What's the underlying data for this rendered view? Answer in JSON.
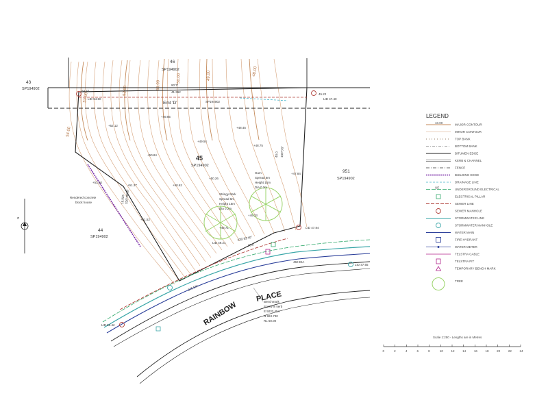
{
  "lots": {
    "lot43": {
      "number": "43",
      "plan": "SP194902"
    },
    "lot46": {
      "number": "46",
      "plan": "SP194902"
    },
    "lot45": {
      "number": "45",
      "plan": "SP194902"
    },
    "lot44": {
      "number": "44",
      "plan": "SP194902"
    },
    "lot951": {
      "number": "951",
      "plan": "SP194902"
    }
  },
  "easement": {
    "label": "Emt 'D'",
    "plan": "SP194902"
  },
  "bearings": {
    "top_bearing": "90°0'",
    "top_distance": "41.362",
    "right_bearing": "180°0'0\"",
    "right_distance": "40.0",
    "left_bearing": "326°40'30\"",
    "left_distance": "18.825",
    "front_bearing": "235°52'40\"",
    "front_distance": "10.5"
  },
  "boundary_levels": {
    "top_left": "LID 54.50",
    "top_left_corner": "54.42",
    "top_right": "LID 47.40",
    "top_right_corner": "45.22",
    "right_mid": "LID 47.84",
    "front_mid": "LID 49.21",
    "bottom_left": "LID 52.42",
    "bottom_right": "LID 47.65"
  },
  "contour_labels": [
    "54.00",
    "53.00",
    "52.00",
    "51.00",
    "50.00",
    "49.00",
    "48.00"
  ],
  "spot_heights": [
    "+50.84",
    "+49.54",
    "+48.71",
    "+49.23",
    "+50.62",
    "+51.52",
    "+47.84",
    "+52.12",
    "+48.45",
    "+53.50",
    "+50.26",
    "+48.75",
    "+51.37",
    "+49.85"
  ],
  "house_note": {
    "line1": "Rendered concrete",
    "line2": "block house"
  },
  "tree_notes": {
    "gum": {
      "line1": "Gum",
      "line2": "Spread 6m",
      "line3": "Height 15m",
      "line4": "Dia 0.2m"
    },
    "stringy": {
      "line1": "Stringy Bark",
      "line2": "Spread 6m",
      "line3": "Height 15m",
      "line4": "Dia 0.2m"
    }
  },
  "benchmark": {
    "line1": "Benchmark",
    "line2": "Screw in kerb",
    "line3": "E 5032.454",
    "line4": "N 963.730",
    "line5": "RL 50.00"
  },
  "road": {
    "word1": "RAINBOW",
    "word2": "PLACE"
  },
  "road_labels": {
    "wm": "450 DIA",
    "sw": "375 DIA"
  },
  "legend": {
    "title": "LEGEND",
    "items": [
      {
        "label": "MAJOR CONTOUR",
        "sample": "10.00"
      },
      {
        "label": "MINOR CONTOUR"
      },
      {
        "label": "TOP BANK"
      },
      {
        "label": "BOTTOM BANK"
      },
      {
        "label": "BITUMEN EDGE"
      },
      {
        "label": "KERB & CHANNEL"
      },
      {
        "label": "FENCE"
      },
      {
        "label": "BUILDING EDGE"
      },
      {
        "label": "DRAINAGE LINE"
      },
      {
        "label": "UNDERGROUND ELECTRICAL",
        "sample": "UE"
      },
      {
        "label": "ELECTRICAL PILLAR"
      },
      {
        "label": "SEWER LINE"
      },
      {
        "label": "SEWER MANHOLE"
      },
      {
        "label": "STORMWATER LINE"
      },
      {
        "label": "STORMWATER MANHOLE"
      },
      {
        "label": "WATER MAIN"
      },
      {
        "label": "FIRE HYDRANT"
      },
      {
        "label": "WATER METER"
      },
      {
        "label": "TELSTRA CABLE"
      },
      {
        "label": "TELSTRA PIT"
      },
      {
        "label": "TEMPORARY BENCH MARK"
      },
      {
        "label": "TREE"
      }
    ]
  },
  "scale": {
    "caption": "Scale 1:250 - Lengths are in Metres",
    "ticks": [
      "0",
      "2",
      "4",
      "6",
      "8",
      "10",
      "12",
      "14",
      "16",
      "18",
      "20",
      "22",
      "24"
    ]
  },
  "colors": {
    "contour": "#c48a5a",
    "boundary": "#222222",
    "sewer": "#b0403a",
    "stormwater": "#3aa6a8",
    "water": "#2b3f9a",
    "drainage": "#44b3c8",
    "building": "#7b2fa8",
    "tree": "#9bd46b",
    "electrical": "#2fa86a"
  }
}
